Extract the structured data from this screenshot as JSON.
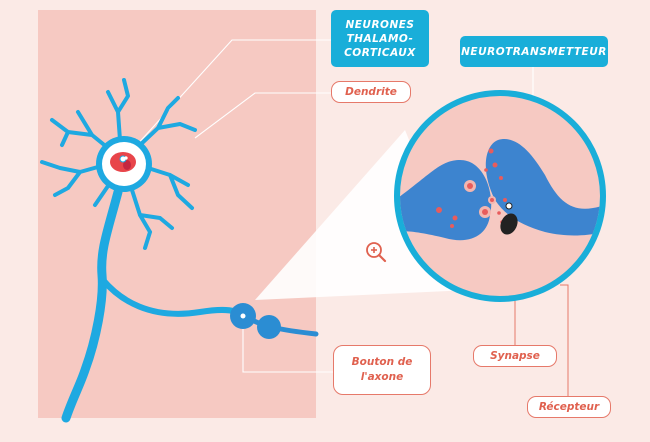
{
  "labels": {
    "neurones": "NEURONES\nTHALAMO-\nCORTICAUX",
    "neurotransmetteur": "NEUROTRANSMETTEUR",
    "dendrite": "Dendrite",
    "bouton": "Bouton de\nl'axone",
    "synapse": "Synapse",
    "recepteur": "Récepteur"
  },
  "icons": {
    "zoom": "zoom-in-icon"
  },
  "colors": {
    "background": "#fbeae6",
    "panel": "#f6c9c2",
    "neuron_blue": "#1ea9e1",
    "synapse_blue": "#3d84cf",
    "label_blue": "#19aed9",
    "label_red": "#e0614f",
    "nucleus": "#e8454a",
    "vesicle": "#e85c5c",
    "receptor": "#222222"
  }
}
